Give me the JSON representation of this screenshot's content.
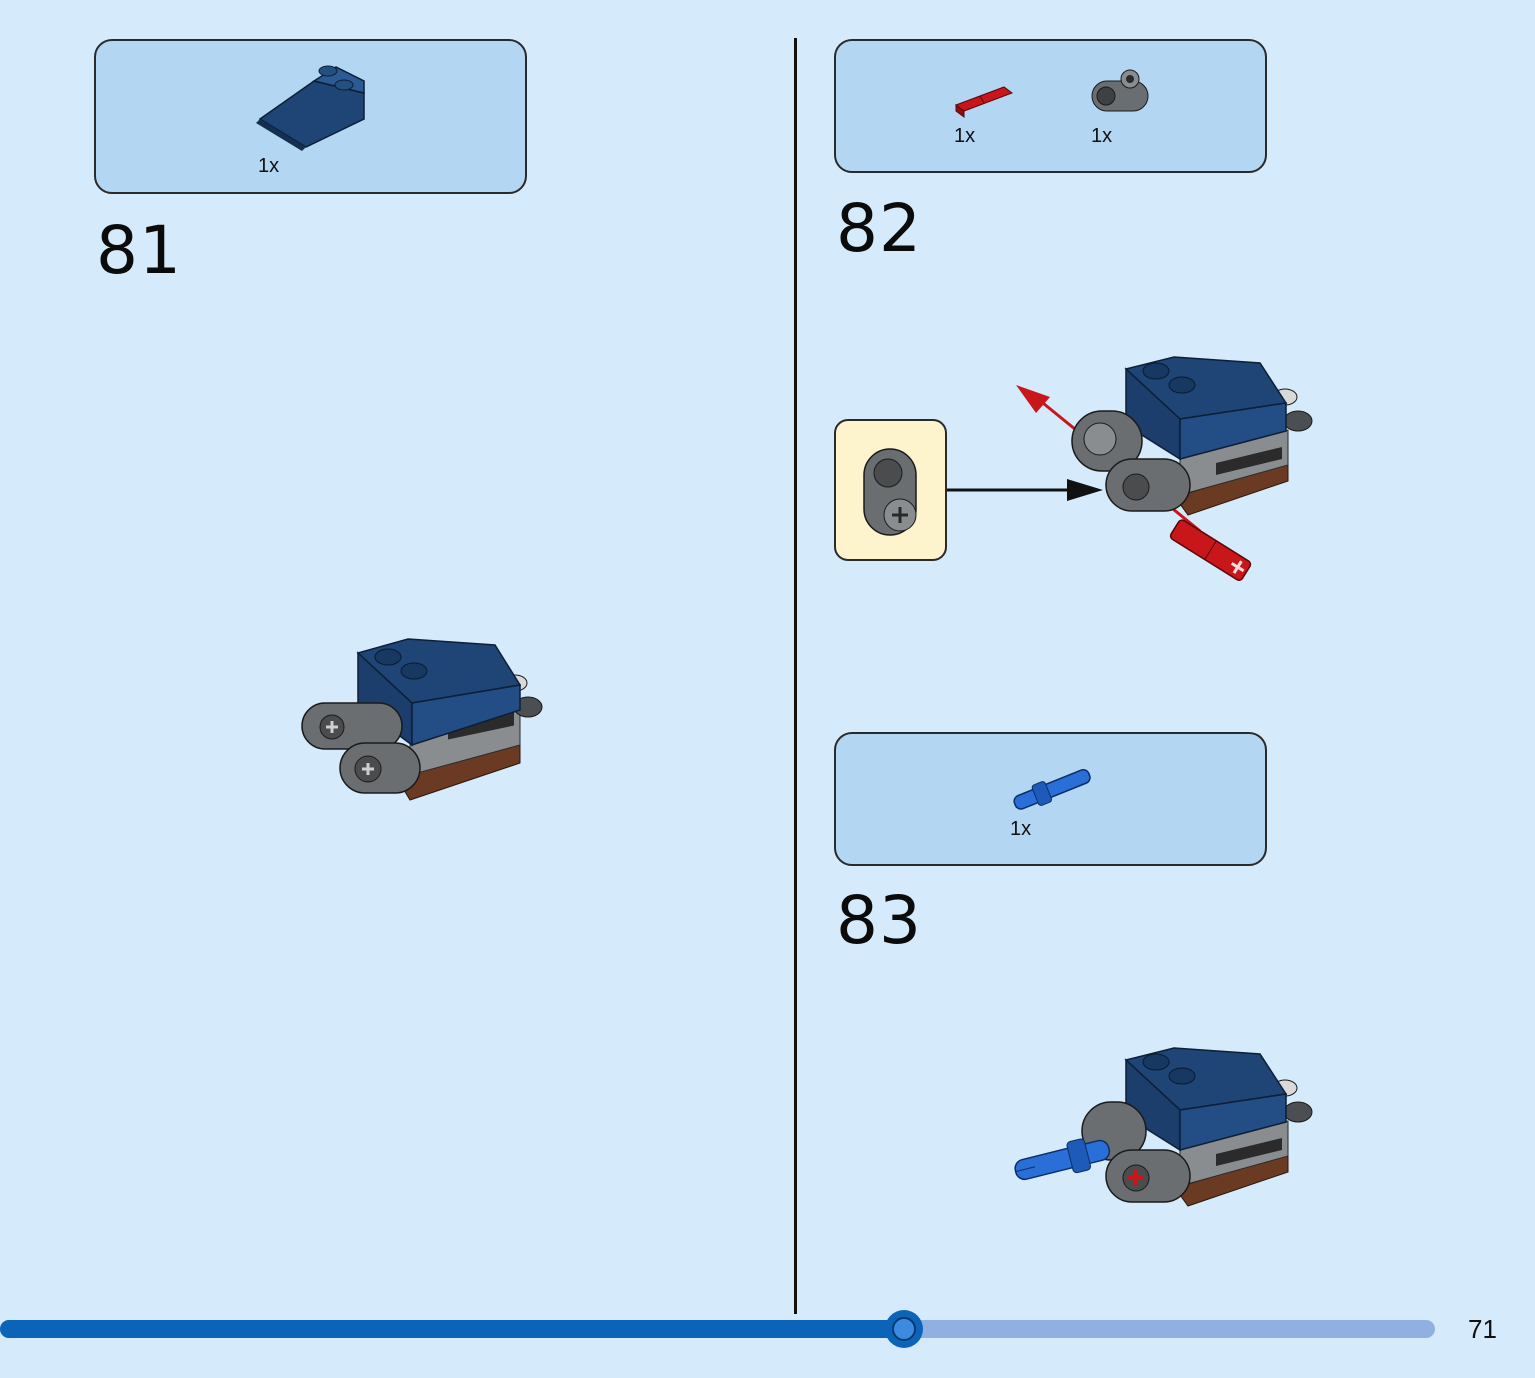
{
  "page": {
    "number": "71"
  },
  "progress": {
    "fraction": 0.63
  },
  "steps": [
    {
      "number": "81",
      "parts": [
        {
          "name": "dark-blue-slope-brick",
          "qty": "1x"
        }
      ]
    },
    {
      "number": "82",
      "parts": [
        {
          "name": "red-axle-connector",
          "qty": "1x"
        },
        {
          "name": "gray-pin-connector",
          "qty": "1x"
        }
      ]
    },
    {
      "number": "83",
      "parts": [
        {
          "name": "blue-axle-pin",
          "qty": "1x"
        }
      ]
    }
  ],
  "colors": {
    "background": "#d5eafa",
    "parts_box": "#b3d6f3",
    "callout": "#fdf3cc",
    "brick_blue": "#1e4576",
    "brick_gray": "#6b6e70",
    "brick_brown": "#6b3a22",
    "part_red": "#c8161b",
    "part_blue": "#2a6fd8",
    "progress": "#0b64b8"
  }
}
